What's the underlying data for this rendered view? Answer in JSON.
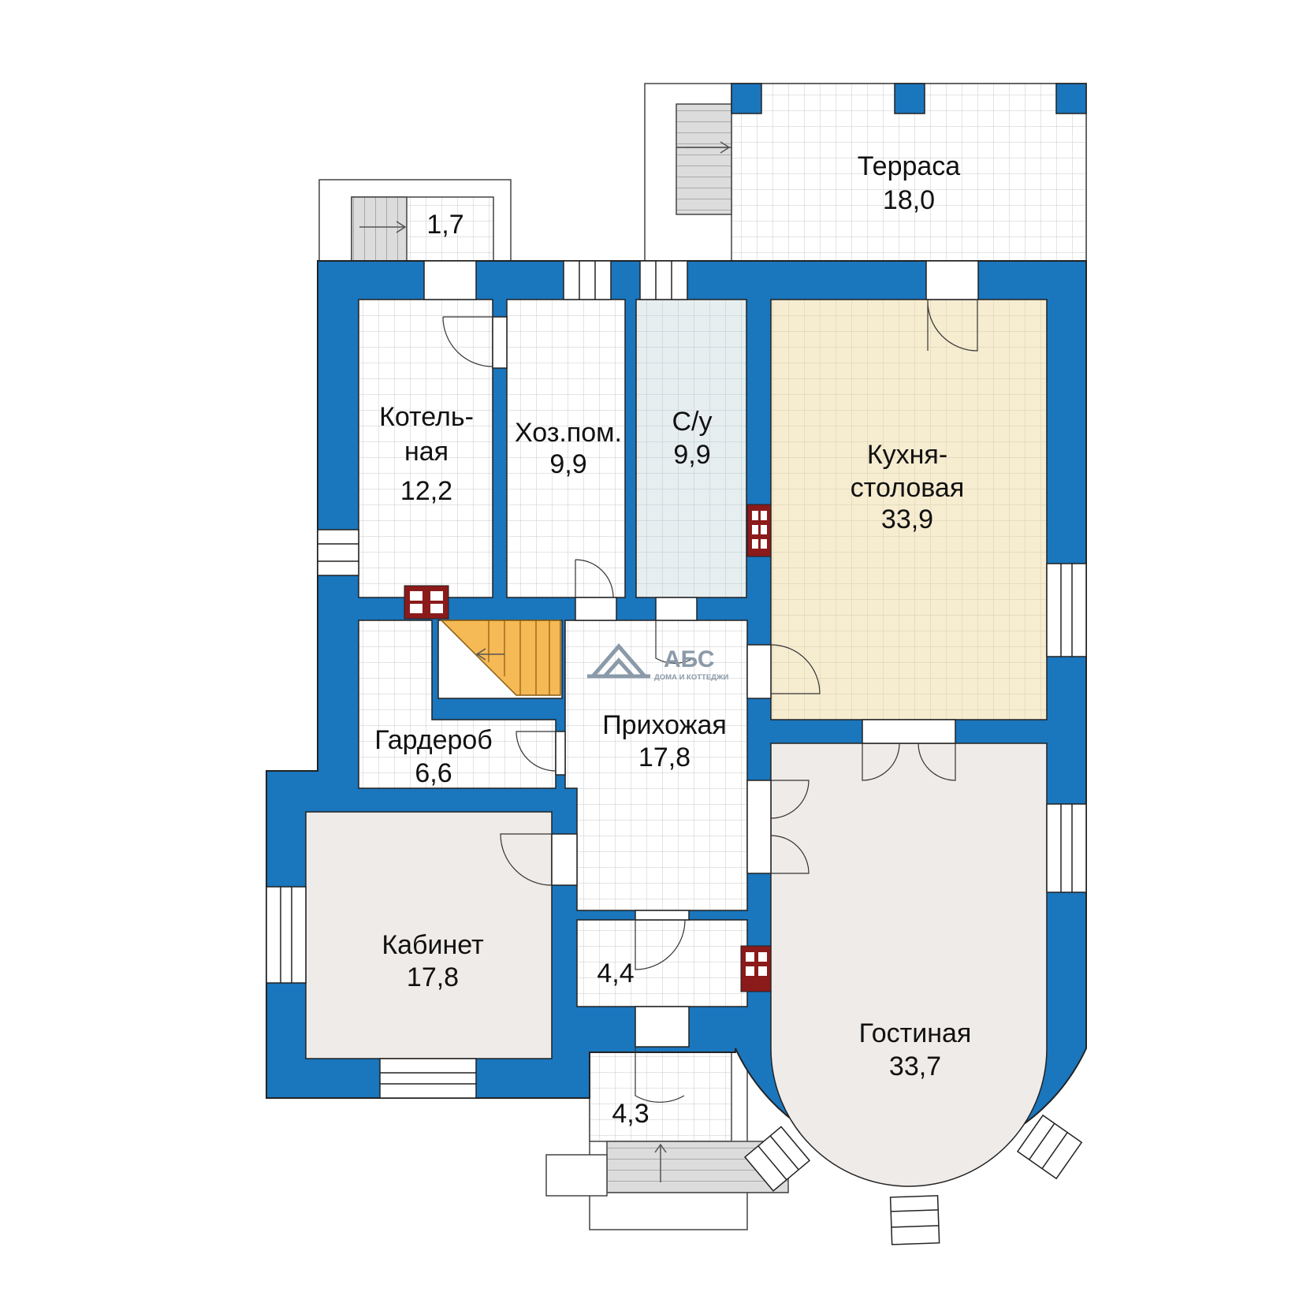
{
  "colors": {
    "wall": "#1a76bd",
    "outline": "#222222",
    "tile_line": "#c8c8c8",
    "floor_tile": "#ffffff",
    "kitchen_floor": "#f6ecd0",
    "bath_floor": "#e6eef0",
    "room_floor": "#efebe8",
    "stair": "#f5b955",
    "chimney": "#8b1a1a",
    "logo": "#8a9aa8"
  },
  "rooms": {
    "terrace": {
      "name": "Терраса",
      "area": "18,0"
    },
    "porch_top": {
      "area": "1,7"
    },
    "boiler": {
      "name1": "Котель-",
      "name2": "ная",
      "area": "12,2"
    },
    "utility": {
      "name": "Хоз.пом.",
      "area": "9,9"
    },
    "bath": {
      "name": "С/у",
      "area": "9,9"
    },
    "kitchen": {
      "name1": "Кухня-",
      "name2": "столовая",
      "area": "33,9"
    },
    "wardrobe": {
      "name": "Гардероб",
      "area": "6,6"
    },
    "hall": {
      "name": "Прихожая",
      "area": "17,8"
    },
    "study": {
      "name": "Кабинет",
      "area": "17,8"
    },
    "vestibule": {
      "area": "4,4"
    },
    "porch_bottom": {
      "area": "4,3"
    },
    "living": {
      "name": "Гостиная",
      "area": "33,7"
    }
  },
  "logo": {
    "brand": "АБС",
    "tagline": "ДОМА И КОТТЕДЖИ"
  }
}
